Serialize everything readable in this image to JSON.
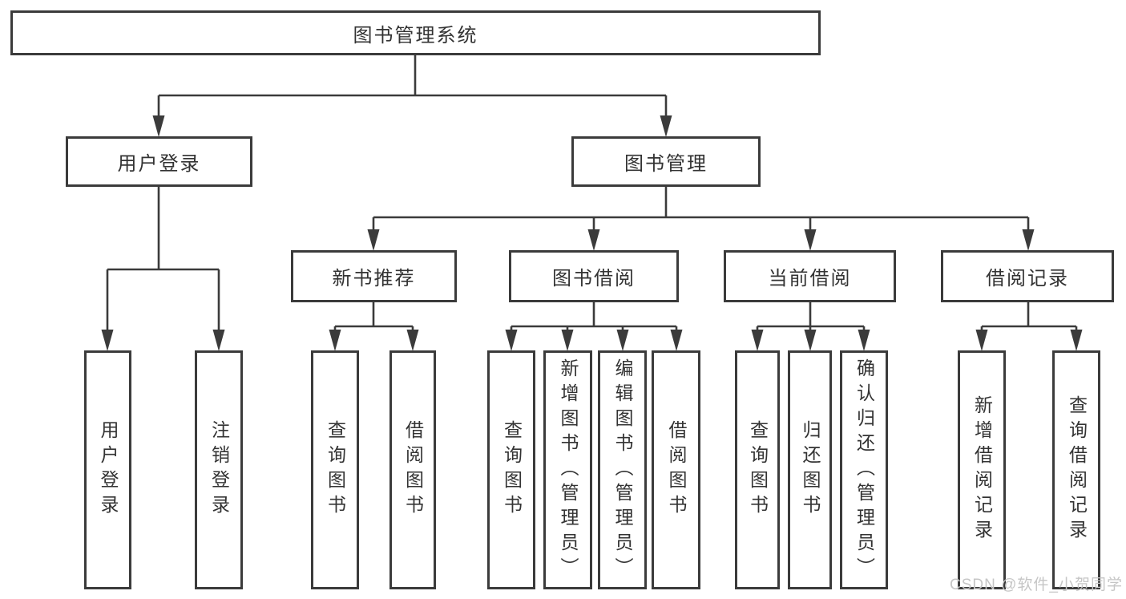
{
  "tree": {
    "label": "图书管理系统",
    "children": [
      {
        "label": "用户登录",
        "children": [
          {
            "label": "用户登录"
          },
          {
            "label": "注销登录"
          }
        ]
      },
      {
        "label": "图书管理",
        "children": [
          {
            "label": "新书推荐",
            "children": [
              {
                "label": "查询图书"
              },
              {
                "label": "借阅图书"
              }
            ]
          },
          {
            "label": "图书借阅",
            "children": [
              {
                "label": "查询图书"
              },
              {
                "label": "新增图书（管理员）"
              },
              {
                "label": "编辑图书（管理员）"
              },
              {
                "label": "借阅图书"
              }
            ]
          },
          {
            "label": "当前借阅",
            "children": [
              {
                "label": "查询图书"
              },
              {
                "label": "归还图书"
              },
              {
                "label": "确认归还（管理员）"
              }
            ]
          },
          {
            "label": "借阅记录",
            "children": [
              {
                "label": "新增借阅记录"
              },
              {
                "label": "查询借阅记录"
              }
            ]
          }
        ]
      }
    ]
  },
  "watermark": {
    "text": "CSDN @软件_小贺同学"
  },
  "colors": {
    "line": "#3b3b3b",
    "text": "#333333",
    "background": "#ffffff",
    "watermark": "#c6c6c6"
  }
}
